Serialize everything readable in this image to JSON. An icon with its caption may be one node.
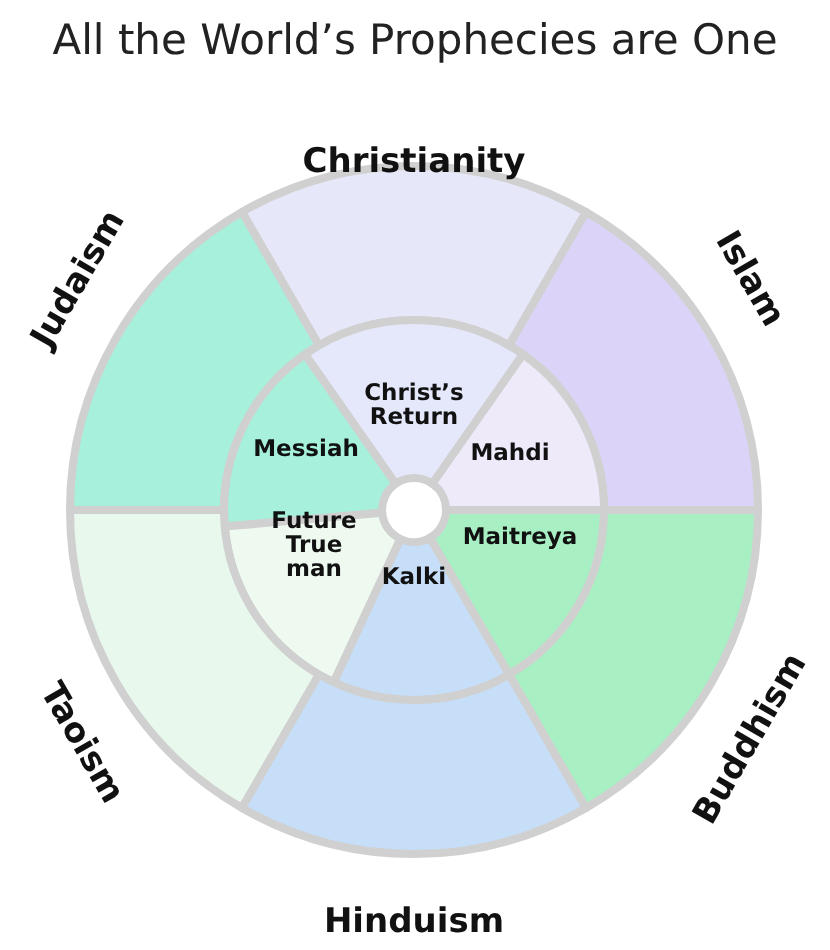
{
  "diagram": {
    "title": "All the World’s Prophecies are One",
    "nodes": [
      {
        "text": [
          "Christianity"
        ]
      },
      {
        "text": [
          "Judaism"
        ]
      },
      {
        "text": [
          "Islam"
        ]
      },
      {
        "text": [
          "Christ’s Return"
        ]
      },
      {
        "text": [
          "Messiah"
        ]
      },
      {
        "text": [
          "Mahdi"
        ]
      },
      {
        "text": [
          "Future True man"
        ]
      },
      {
        "text": [
          "Maitreya"
        ]
      },
      {
        "text": [
          "Kalki"
        ]
      },
      {
        "text": [
          "Taoism"
        ]
      },
      {
        "text": [
          "Buddhism"
        ]
      },
      {
        "text": [
          "Hinduism"
        ]
      }
    ]
  }
}
